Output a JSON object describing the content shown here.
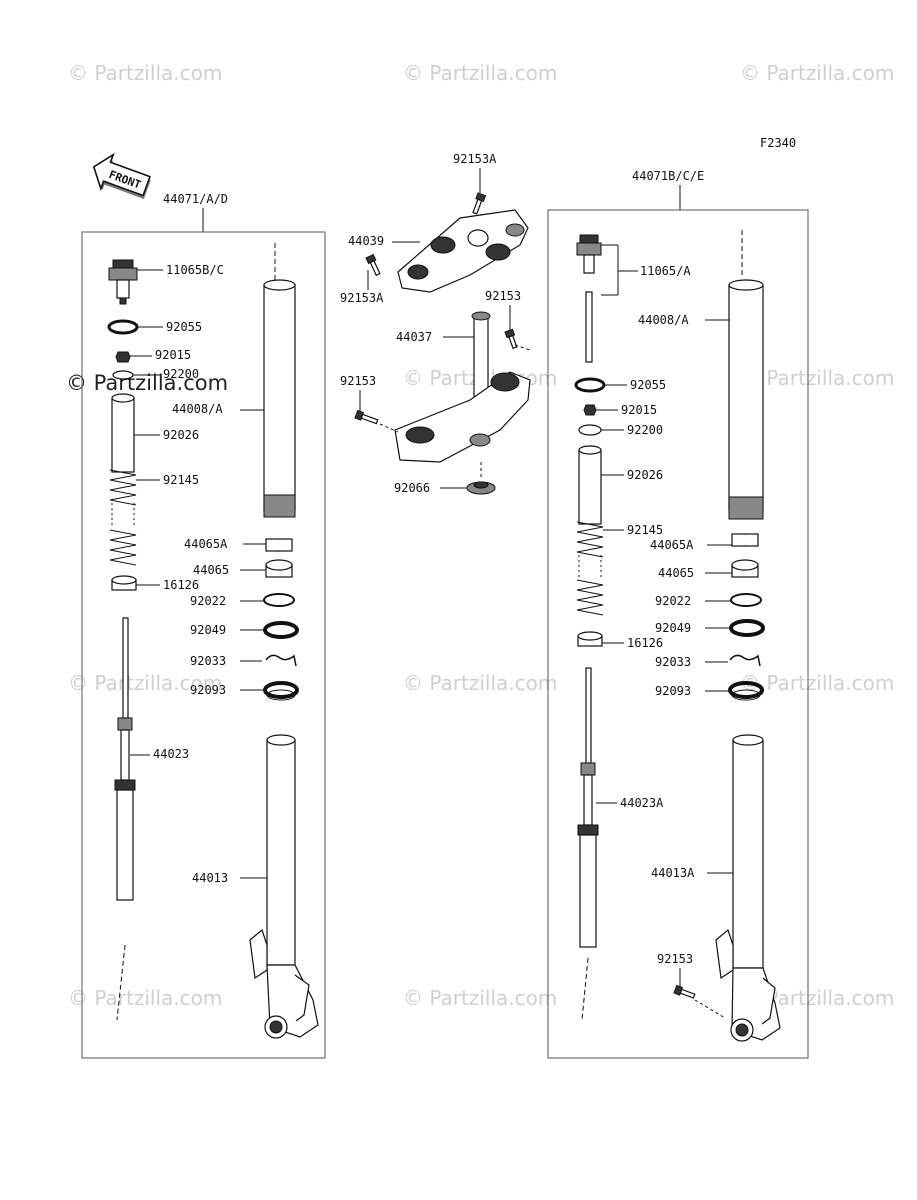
{
  "figure_code": "F2340",
  "front_label": "FRONT",
  "watermark": "© Partzilla.com",
  "left_assembly": {
    "title": "44071/A/D",
    "labels": {
      "cap": "11065B/C",
      "oring": "92055",
      "nut": "92015",
      "washer": "92200",
      "collar": "44008/A",
      "spacer": "92026",
      "spring": "92145",
      "bush_a": "44065A",
      "bush": "44065",
      "seat": "16126",
      "washer2": "92022",
      "seal": "92049",
      "clip": "92033",
      "dust": "92093",
      "damper": "44023",
      "lower": "44013"
    }
  },
  "center_assembly": {
    "labels": {
      "bolt_top": "92153A",
      "bracket": "44039",
      "bolt_left": "92153A",
      "bolt_right": "92153",
      "stem": "44037",
      "bolt_side": "92153",
      "seal": "92066"
    }
  },
  "right_assembly": {
    "title": "44071B/C/E",
    "labels": {
      "cap": "11065/A",
      "tube": "44008/A",
      "oring": "92055",
      "nut": "92015",
      "washer": "92200",
      "spacer": "92026",
      "spring": "92145",
      "bush_a": "44065A",
      "bush": "44065",
      "washer2": "92022",
      "seal": "92049",
      "seat": "16126",
      "clip": "92033",
      "dust": "92093",
      "damper": "44023A",
      "lower": "44013A",
      "bolt": "92153"
    }
  }
}
